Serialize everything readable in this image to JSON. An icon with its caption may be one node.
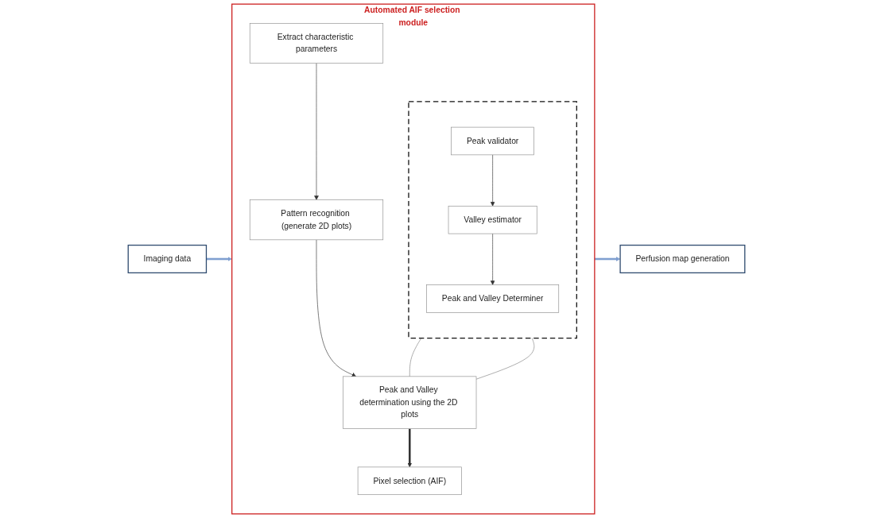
{
  "diagram": {
    "nodes": [
      {
        "text": [
          "Imaging data"
        ]
      },
      {
        "text": [
          "Automated AIF selection module"
        ]
      },
      {
        "text": [
          "Extract characteristic parameters"
        ],
        "in": 1
      },
      {
        "text": [
          "Pattern recognition (generate 2D plots)"
        ],
        "in": 1
      },
      {
        "text": [],
        "shape": "box",
        "in": 1
      },
      {
        "text": [
          "Peak validator"
        ],
        "in": 4
      },
      {
        "text": [
          "Valley estimator"
        ],
        "in": 4
      },
      {
        "text": [
          "Peak and Valley Determiner"
        ],
        "in": 4
      },
      {
        "text": [
          "Peak and Valley determination using the 2D plots"
        ],
        "in": 1
      },
      {
        "text": [
          "Pixel selection (AIF)"
        ],
        "in": 1
      },
      {
        "text": [
          "Perfusion map generation"
        ]
      }
    ],
    "edges": [
      {
        "from": 0,
        "to": 1,
        "arrow": "to",
        "style": "thick",
        "color": "#7f9fd0"
      },
      {
        "from": 2,
        "to": 3,
        "arrow": "to"
      },
      {
        "from": 3,
        "to": 8,
        "arrow": "to"
      },
      {
        "from": 5,
        "to": 6,
        "arrow": "to"
      },
      {
        "from": 6,
        "to": 7,
        "arrow": "to"
      },
      {
        "from": 4,
        "to": 8,
        "arrow": "none",
        "color": "#808080"
      },
      {
        "from": 4,
        "to": 8,
        "arrow": "none",
        "color": "#808080"
      },
      {
        "from": 8,
        "to": 9,
        "arrow": "to",
        "style": "thick"
      },
      {
        "from": 1,
        "to": 10,
        "arrow": "to",
        "style": "thick",
        "color": "#7f9fd0"
      }
    ]
  }
}
